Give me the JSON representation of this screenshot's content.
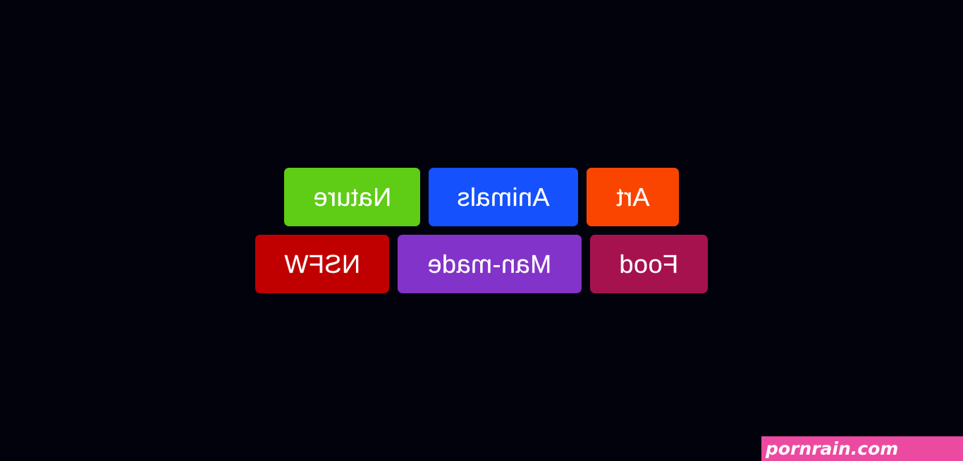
{
  "colors": {
    "background": "#02020c",
    "nature": "#5fcc16",
    "animals": "#1551fc",
    "art": "#f94500",
    "nsfw": "#c00000",
    "manmade": "#8233c9",
    "food": "#a6124e",
    "watermark_bg": "#ec4aa0"
  },
  "categories": [
    {
      "id": "nature",
      "label": "Nature"
    },
    {
      "id": "animals",
      "label": "Animals"
    },
    {
      "id": "art",
      "label": "Art"
    },
    {
      "id": "nsfw",
      "label": "NSFW"
    },
    {
      "id": "manmade",
      "label": "Man-made"
    },
    {
      "id": "food",
      "label": "Food"
    }
  ],
  "watermark": {
    "text": "pornrain.com"
  }
}
